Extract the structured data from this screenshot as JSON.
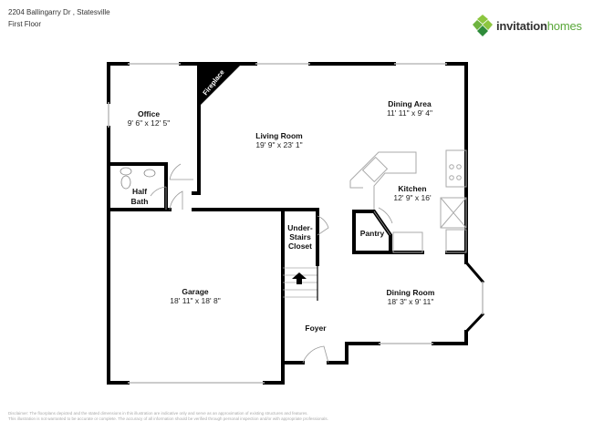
{
  "header": {
    "address": "2204 Ballingarry Dr , Statesville",
    "floor": "First Floor"
  },
  "logo": {
    "word1": "invitation",
    "word2": "homes",
    "brand_color": "#5aa83a"
  },
  "rooms": [
    {
      "name": "Office",
      "dims": "9' 6\" x 12' 5\""
    },
    {
      "name": "Living Room",
      "dims": "19' 9\" x 23' 1\""
    },
    {
      "name": "Dining Area",
      "dims": "11' 11\" x 9' 4\""
    },
    {
      "name": "Kitchen",
      "dims": "12' 9\" x 16'"
    },
    {
      "name": "Garage",
      "dims": "18' 11\" x 18' 8\""
    },
    {
      "name": "Dining Room",
      "dims": "18' 3\" x 9' 11\""
    }
  ],
  "labels": {
    "fireplace": "Fireplace",
    "half": "Half",
    "bath": "Bath",
    "under": "Under-",
    "stairs": "Stairs",
    "closet": "Closet",
    "pantry": "Pantry",
    "foyer": "Foyer"
  },
  "disclaimer": {
    "line1": "Disclaimer: The floorplans depicted and the stated dimensions in this illustration are indicative only and serve as an approximation of existing structures and features.",
    "line2": "This illustration is not warranted to be accurate or complete. The accuracy of all information should be verified through personal inspection and/or with appropriate professionals."
  }
}
